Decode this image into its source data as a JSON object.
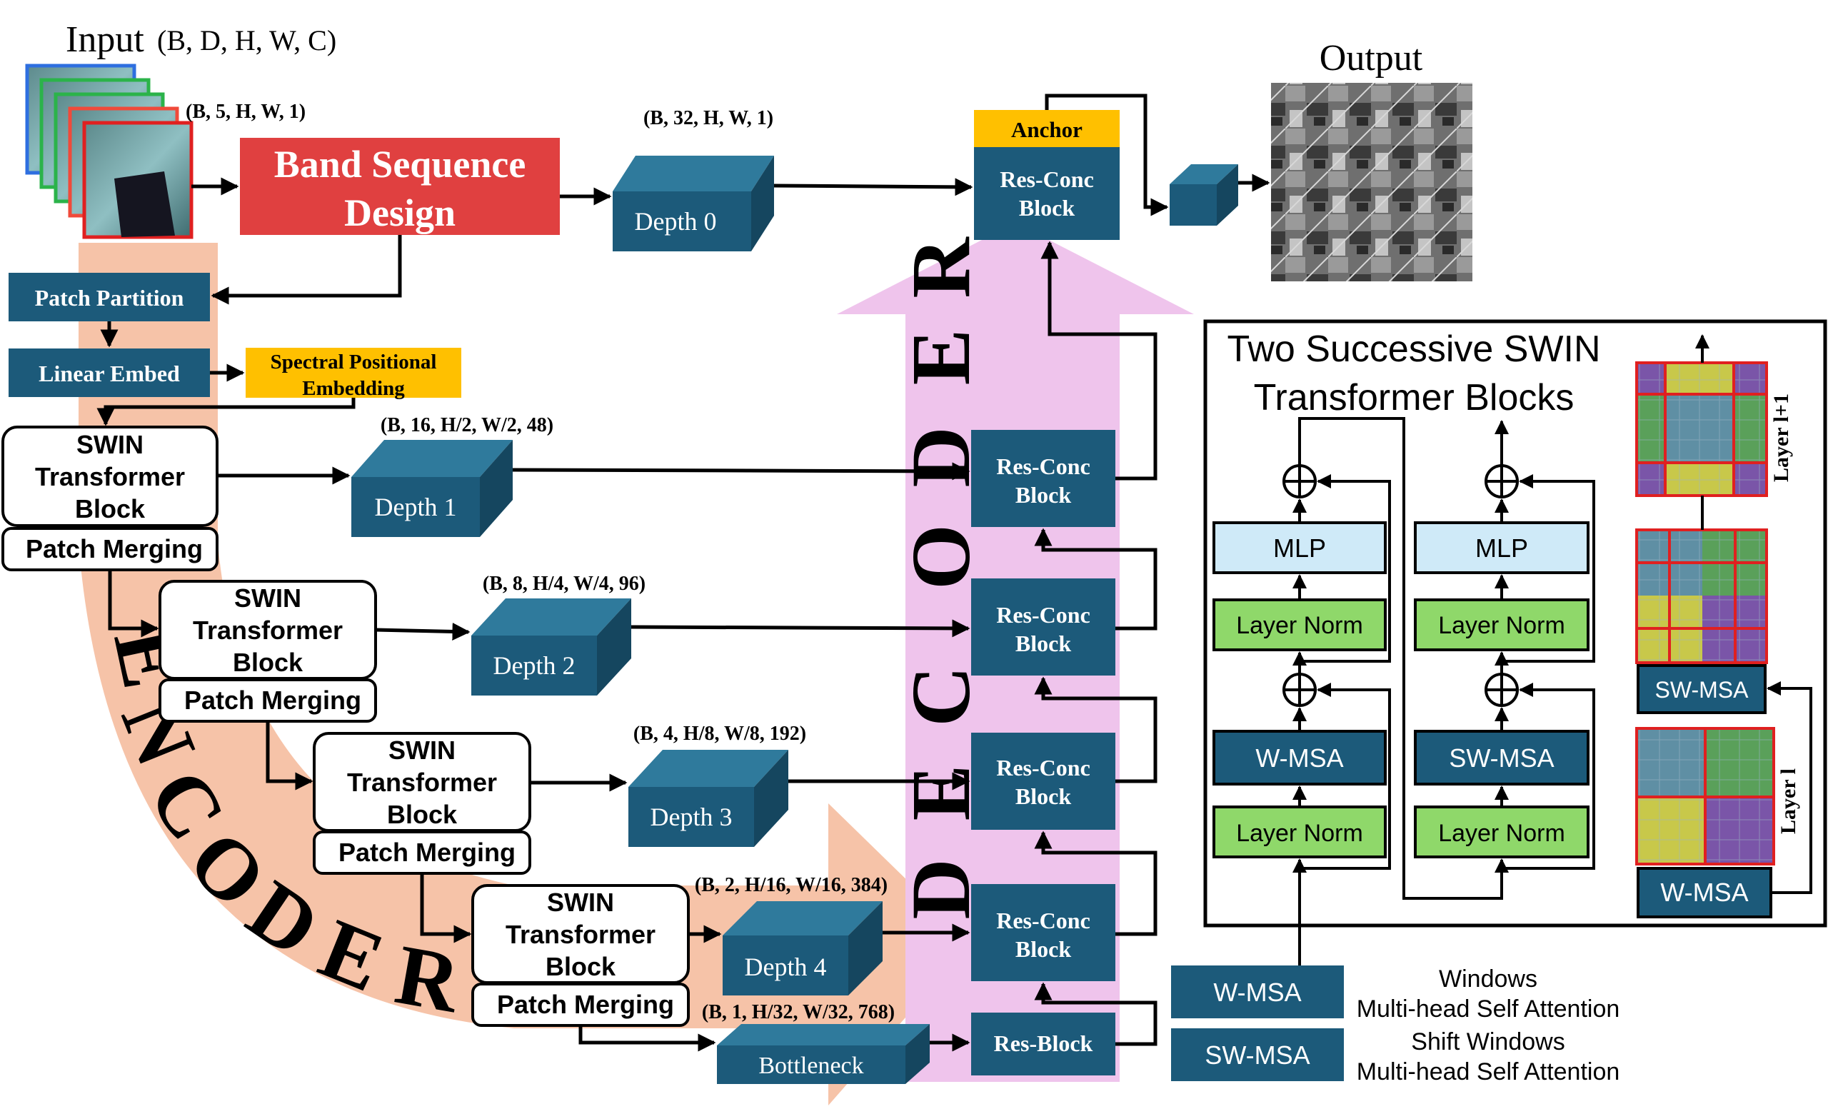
{
  "input": {
    "label_main": "Input",
    "label_dims": "(B, D, H, W, C)",
    "stack_dims": "(B, 5, H, W, 1)"
  },
  "band_sequence": {
    "line1": "Band Sequence",
    "line2": "Design"
  },
  "depth0": {
    "label": "Depth 0",
    "dims": "(B, 32, H, W, 1)"
  },
  "patch_partition": "Patch Partition",
  "linear_embed": "Linear Embed",
  "spectral_pos": {
    "line1": "Spectral Positional",
    "line2": "Embedding"
  },
  "swin_block": {
    "line1": "SWIN",
    "line2": "Transformer",
    "line3": "Block"
  },
  "patch_merging": "Patch Merging",
  "depths": [
    {
      "label": "Depth 1",
      "dims": "(B, 16, H/2, W/2, 48)"
    },
    {
      "label": "Depth 2",
      "dims": "(B, 8, H/4, W/4, 96)"
    },
    {
      "label": "Depth 3",
      "dims": "(B, 4, H/8, W/8, 192)"
    },
    {
      "label": "Depth 4",
      "dims": "(B, 2, H/16, W/16, 384)"
    }
  ],
  "bottleneck": {
    "label": "Bottleneck",
    "dims": "(B, 1, H/32, W/32, 768)"
  },
  "encoder_letters": [
    "E",
    "N",
    "C",
    "O",
    "D",
    "E",
    "R"
  ],
  "decoder_letters": [
    "D",
    "E",
    "C",
    "O",
    "D",
    "E",
    "R"
  ],
  "res_conc": {
    "line1": "Res-Conc",
    "line2": "Block"
  },
  "res_block": "Res-Block",
  "anchor": "Anchor",
  "output": "Output",
  "swin_panel": {
    "title1": "Two Successive SWIN",
    "title2": "Transformer Blocks",
    "mlp": "MLP",
    "layer_norm": "Layer Norm",
    "w_msa": "W-MSA",
    "sw_msa": "SW-MSA",
    "layer_l": "Layer l",
    "layer_l1": "Layer l+1"
  },
  "legend": [
    {
      "key": "W-MSA",
      "line1": "Windows",
      "line2": "Multi-head Self Attention"
    },
    {
      "key": "SW-MSA",
      "line1": "Shift Windows",
      "line2": "Multi-head Self Attention"
    }
  ],
  "colors": {
    "teal": "#1c5a7a",
    "red": "#e04040",
    "yellow": "#ffc000",
    "encoder_arrow": "#f6c3a8",
    "decoder_arrow": "#efc4ec",
    "mlp": "#cfeaf8",
    "layer_norm": "#8fd86a",
    "black": "#000000"
  }
}
